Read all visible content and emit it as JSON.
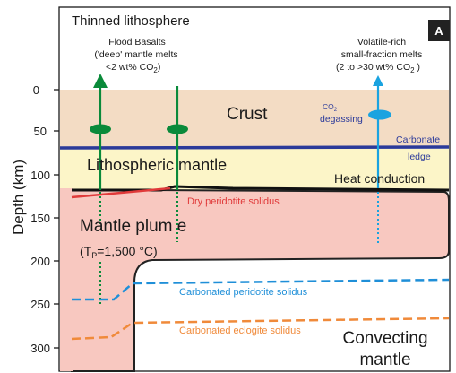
{
  "panel_label": "A",
  "y_axis_label": "Depth (km)",
  "depth_ticks": [
    "0",
    "50",
    "100",
    "150",
    "200",
    "250",
    "300"
  ],
  "titles": {
    "main": "Thinned lithosphere",
    "flood_basalts": "Flood Basalts",
    "deep_melts": "('deep' mantle melts",
    "co2_low": "<2 wt% CO",
    "volatile_line1": "Volatile-rich",
    "volatile_line2": "small-fraction melts",
    "volatile_line3": "(2 to >30 wt% CO",
    "sub2": "2",
    "close_paren": ")",
    "close_paren2": " )"
  },
  "layers": {
    "crust": "Crust",
    "lithospheric_mantle": "Lithospheric mantle",
    "mantle_plume": "Mantle plum e",
    "plume_temp_prefix": "(T",
    "plume_temp_sub": "P",
    "plume_temp_value": "=1,500 °C)",
    "convecting_line1": "Convecting",
    "convecting_line2": "mantle"
  },
  "annotations": {
    "co2": "CO",
    "co2_sub": "2",
    "degassing": "degassing",
    "carbonate": "Carbonate",
    "ledge": "ledge",
    "heat_conduction": "Heat conduction",
    "dry_solidus": "Dry peridotite solidus",
    "carbonated_peridotite": "Carbonated peridotite solidus",
    "carbonated_eclogite": "Carbonated eclogite solidus"
  },
  "colors": {
    "crust": "#f3dcc4",
    "lithospheric_mantle": "#fcf5c8",
    "mantle_plume": "#f8c8c0",
    "green_arrow": "#0a8a3a",
    "blue_arrow": "#1aa3e0",
    "carbonate_line": "#2b3a9a",
    "dry_solidus": "#e03a3a",
    "peridotite_solidus": "#1f8fd8",
    "eclogite_solidus": "#f08a3a",
    "badge": "#222222"
  }
}
